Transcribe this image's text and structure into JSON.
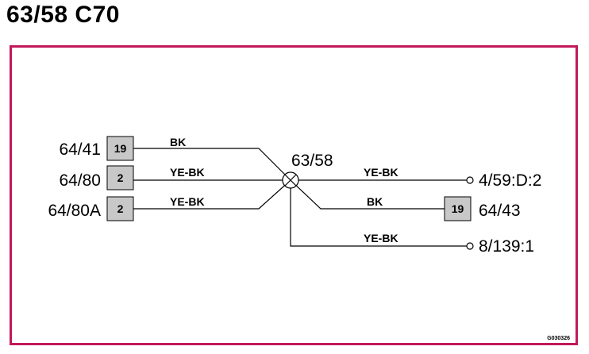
{
  "title": "63/58 C70",
  "splice": {
    "id": "63/58"
  },
  "left_connections": [
    {
      "component": "64/41",
      "pin": "19",
      "wire": "BK"
    },
    {
      "component": "64/80",
      "pin": "2",
      "wire": "YE-BK"
    },
    {
      "component": "64/80A",
      "pin": "2",
      "wire": "YE-BK"
    }
  ],
  "right_connections": [
    {
      "component": "4/59:D:2",
      "wire": "YE-BK",
      "pin": ""
    },
    {
      "component": "64/43",
      "wire": "BK",
      "pin": "19"
    },
    {
      "component": "8/139:1",
      "wire": "YE-BK",
      "pin": ""
    }
  ],
  "figure_code": "G030326",
  "colors": {
    "frame": "#c2185b",
    "pin_box": "#c8c8c8"
  }
}
